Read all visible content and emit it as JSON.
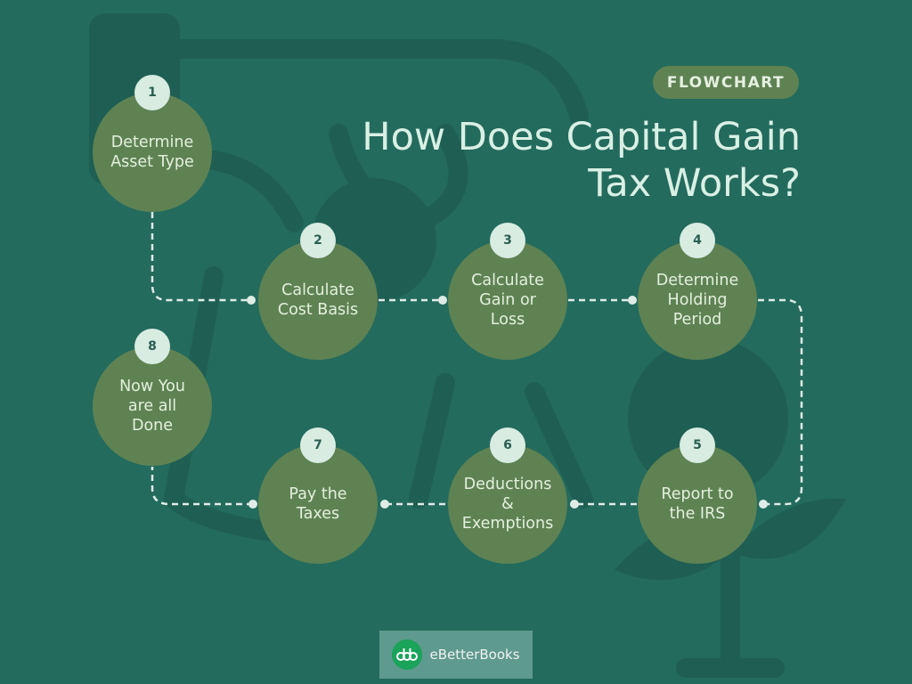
{
  "tag": "FLOWCHART",
  "title": [
    "How Does Capital Gain",
    "Tax Works?"
  ],
  "steps": [
    {
      "num": "1",
      "label": "Determine\nAsset Type"
    },
    {
      "num": "2",
      "label": "Calculate\nCost Basis"
    },
    {
      "num": "3",
      "label": "Calculate\nGain or\nLoss"
    },
    {
      "num": "4",
      "label": "Determine\nHolding\nPeriod"
    },
    {
      "num": "5",
      "label": "Report to\nthe IRS"
    },
    {
      "num": "6",
      "label": "Deductions\n&\nExemptions"
    },
    {
      "num": "7",
      "label": "Pay the\nTaxes"
    },
    {
      "num": "8",
      "label": "Now You\nare all\nDone"
    }
  ],
  "brand": {
    "name": "eBetterBooks",
    "icon": "ebb-logo-icon"
  },
  "colors": {
    "background": "#236b5d",
    "circle": "#5f8253",
    "badge": "#d8ece2"
  }
}
